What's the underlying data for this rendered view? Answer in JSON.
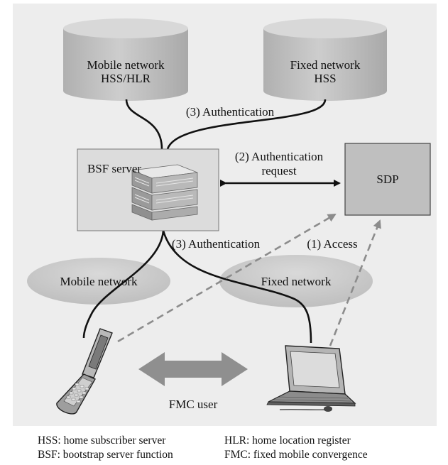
{
  "nodes": {
    "mobile_db": {
      "line1": "Mobile network",
      "line2": "HSS/HLR"
    },
    "fixed_db": {
      "line1": "Fixed network",
      "line2": "HSS"
    },
    "bsf": {
      "label": "BSF server"
    },
    "sdp": {
      "label": "SDP"
    },
    "mobile_network": {
      "label": "Mobile network"
    },
    "fixed_network": {
      "label": "Fixed network"
    },
    "fmc_user": {
      "label": "FMC user"
    }
  },
  "edges": {
    "auth_top": "(3) Authentication",
    "auth_request_line1": "(2) Authentication",
    "auth_request_line2": "request",
    "auth_bottom": "(3) Authentication",
    "access": "(1) Access"
  },
  "legend": {
    "hss": "HSS: home subscriber server",
    "hlr": "HLR: home location register",
    "bsf": "BSF: bootstrap server function",
    "fmc": "FMC: fixed mobile convergence"
  },
  "colors": {
    "panel_bg": "#ededed",
    "cylinder_body": "#c4c4c4",
    "cylinder_top": "#d6d6d6",
    "bsf_box": "#dcdcdc",
    "sdp_box": "#bfbfbf",
    "network_ellipse": "#cfcfcf",
    "dashed_arrow": "#8c8c8c",
    "fmc_arrow": "#8f8f8f"
  }
}
